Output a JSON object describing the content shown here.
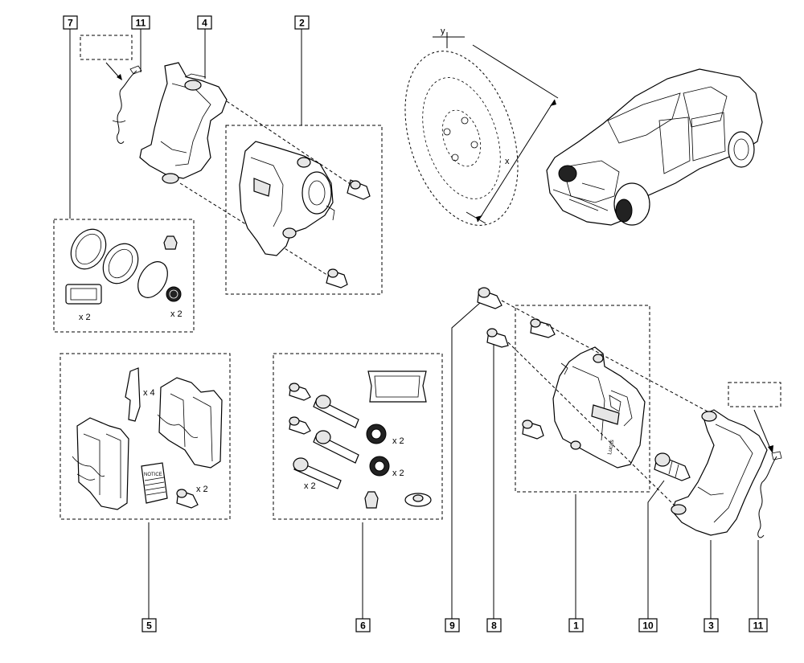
{
  "callouts": {
    "c7": "7",
    "c11a": "11",
    "c4": "4",
    "c2": "2",
    "c5": "5",
    "c6": "6",
    "c9": "9",
    "c8": "8",
    "c1": "1",
    "c10": "10",
    "c3": "3",
    "c11b": "11"
  },
  "quantities": {
    "seal_kit_seals": "x 2",
    "seal_kit_boots": "x 2",
    "pads_clips": "x 4",
    "pads_bolts": "x 2",
    "guide_boots_upper": "x 2",
    "guide_boots_lower": "x 2",
    "guide_pins": "x 2"
  },
  "axis_labels": {
    "rotor_y": "y",
    "rotor_x": "x"
  },
  "part_text": {
    "caliper_brand": "Lucas",
    "instruction_sheet": "NOTICE"
  }
}
